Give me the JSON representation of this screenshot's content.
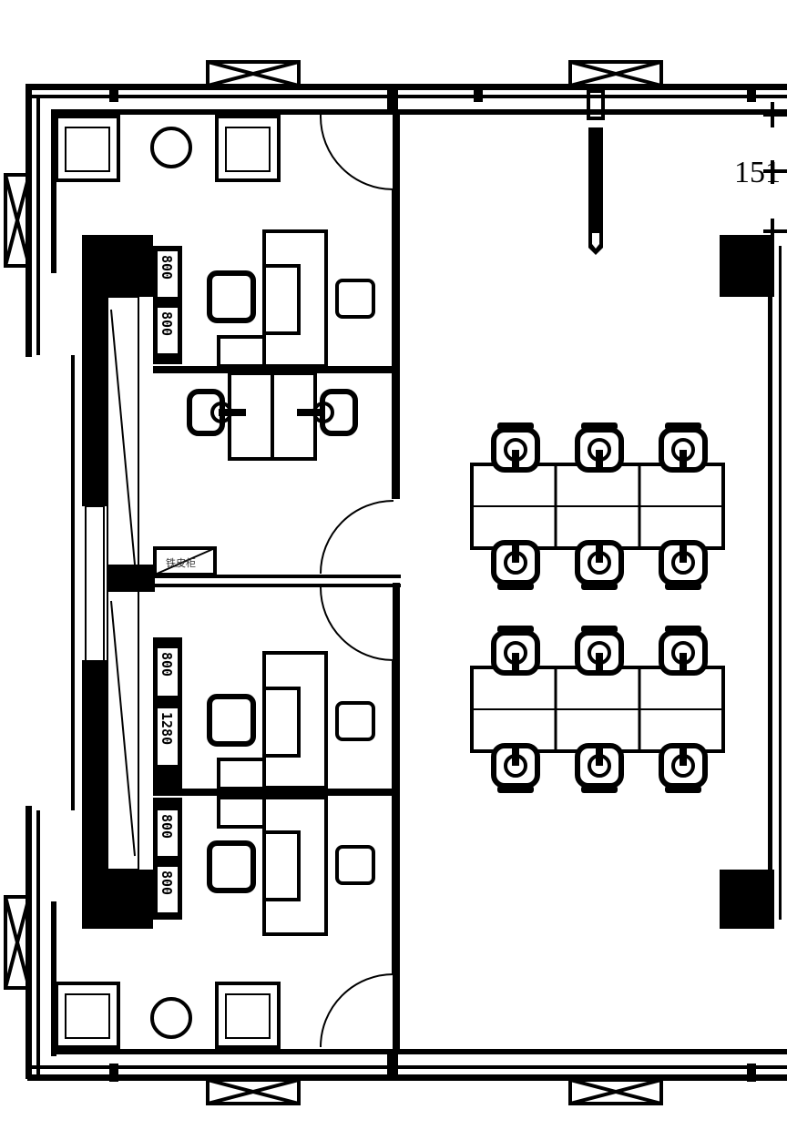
{
  "plan": {
    "room_label": "151",
    "cabinet_label": "铁皮柜",
    "dimensions_upper_left": [
      "800",
      "800"
    ],
    "dimensions_lower_left": [
      "800",
      "1280",
      "800",
      "800"
    ]
  }
}
